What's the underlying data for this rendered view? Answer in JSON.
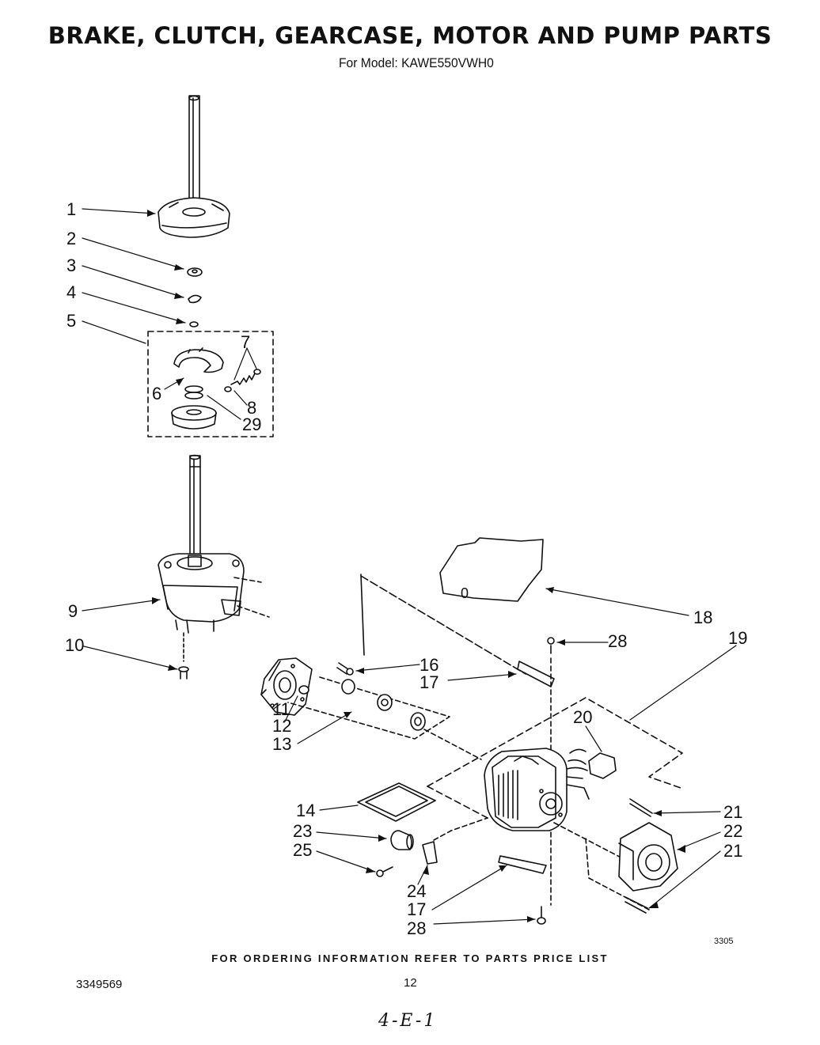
{
  "header": {
    "title": "BRAKE, CLUTCH, GEARCASE, MOTOR AND  PUMP PARTS",
    "subtitle": "For Model: KAWE550VWH0"
  },
  "diagram": {
    "callouts": [
      {
        "id": "c1",
        "text": "1"
      },
      {
        "id": "c2",
        "text": "2"
      },
      {
        "id": "c3",
        "text": "3"
      },
      {
        "id": "c4",
        "text": "4"
      },
      {
        "id": "c5",
        "text": "5"
      },
      {
        "id": "c6",
        "text": "6"
      },
      {
        "id": "c7",
        "text": "7"
      },
      {
        "id": "c8",
        "text": "8"
      },
      {
        "id": "c29",
        "text": "29"
      },
      {
        "id": "c9",
        "text": "9"
      },
      {
        "id": "c10",
        "text": "10"
      },
      {
        "id": "c11",
        "text": "11"
      },
      {
        "id": "c12",
        "text": "12"
      },
      {
        "id": "c13",
        "text": "13"
      },
      {
        "id": "c16",
        "text": "16"
      },
      {
        "id": "c17a",
        "text": "17"
      },
      {
        "id": "c18",
        "text": "18"
      },
      {
        "id": "c19",
        "text": "19"
      },
      {
        "id": "c28a",
        "text": "28"
      },
      {
        "id": "c20",
        "text": "20"
      },
      {
        "id": "c14",
        "text": "14"
      },
      {
        "id": "c23",
        "text": "23"
      },
      {
        "id": "c25",
        "text": "25"
      },
      {
        "id": "c24",
        "text": "24"
      },
      {
        "id": "c17b",
        "text": "17"
      },
      {
        "id": "c28b",
        "text": "28"
      },
      {
        "id": "c21a",
        "text": "21"
      },
      {
        "id": "c22",
        "text": "22"
      },
      {
        "id": "c21b",
        "text": "21"
      }
    ],
    "panel_mark": "0"
  },
  "footer": {
    "ordering_note": "FOR ORDERING INFORMATION REFER TO PARTS PRICE LIST",
    "document_number": "3349569",
    "page_number": "12",
    "figure_code": "3305",
    "handwritten_mark": "4-E-1"
  }
}
